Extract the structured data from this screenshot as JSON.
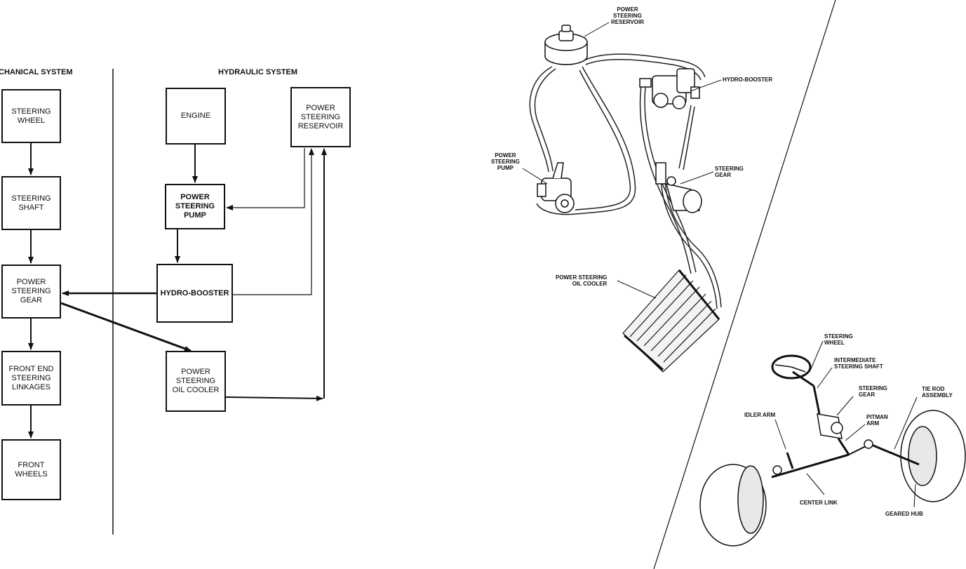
{
  "flow": {
    "mechanical": {
      "header": "CHANICAL SYSTEM",
      "boxes": [
        "STEERING\nWHEEL",
        "STEERING\nSHAFT",
        "POWER\nSTEERING\nGEAR",
        "FRONT END\nSTEERING\nLINKAGES",
        "FRONT\nWHEELS"
      ]
    },
    "hydraulic": {
      "header": "HYDRAULIC SYSTEM",
      "boxes": {
        "engine": "ENGINE",
        "reservoir": "POWER\nSTEERING\nRESERVOIR",
        "pump": "POWER\nSTEERING\nPUMP",
        "booster": "HYDRO-BOOSTER",
        "cooler": "POWER\nSTEERING\nOIL COOLER"
      }
    }
  },
  "hydraulic_illustration": {
    "labels": {
      "reservoir": "POWER\nSTEERING\nRESERVOIR",
      "booster": "HYDRO-BOOSTER",
      "pump": "POWER\nSTEERING\nPUMP",
      "gear": "STEERING\nGEAR",
      "cooler": "POWER STEERING\nOIL COOLER"
    }
  },
  "linkage_illustration": {
    "labels": {
      "wheel": "STEERING\nWHEEL",
      "shaft": "INTERMEDIATE\nSTEERING SHAFT",
      "gear": "STEERING\nGEAR",
      "tierod": "TIE ROD\nASSEMBLY",
      "pitman": "PITMAN\nARM",
      "idler": "IDLER ARM",
      "centerlink": "CENTER LINK",
      "hub": "GEARED HUB"
    }
  }
}
